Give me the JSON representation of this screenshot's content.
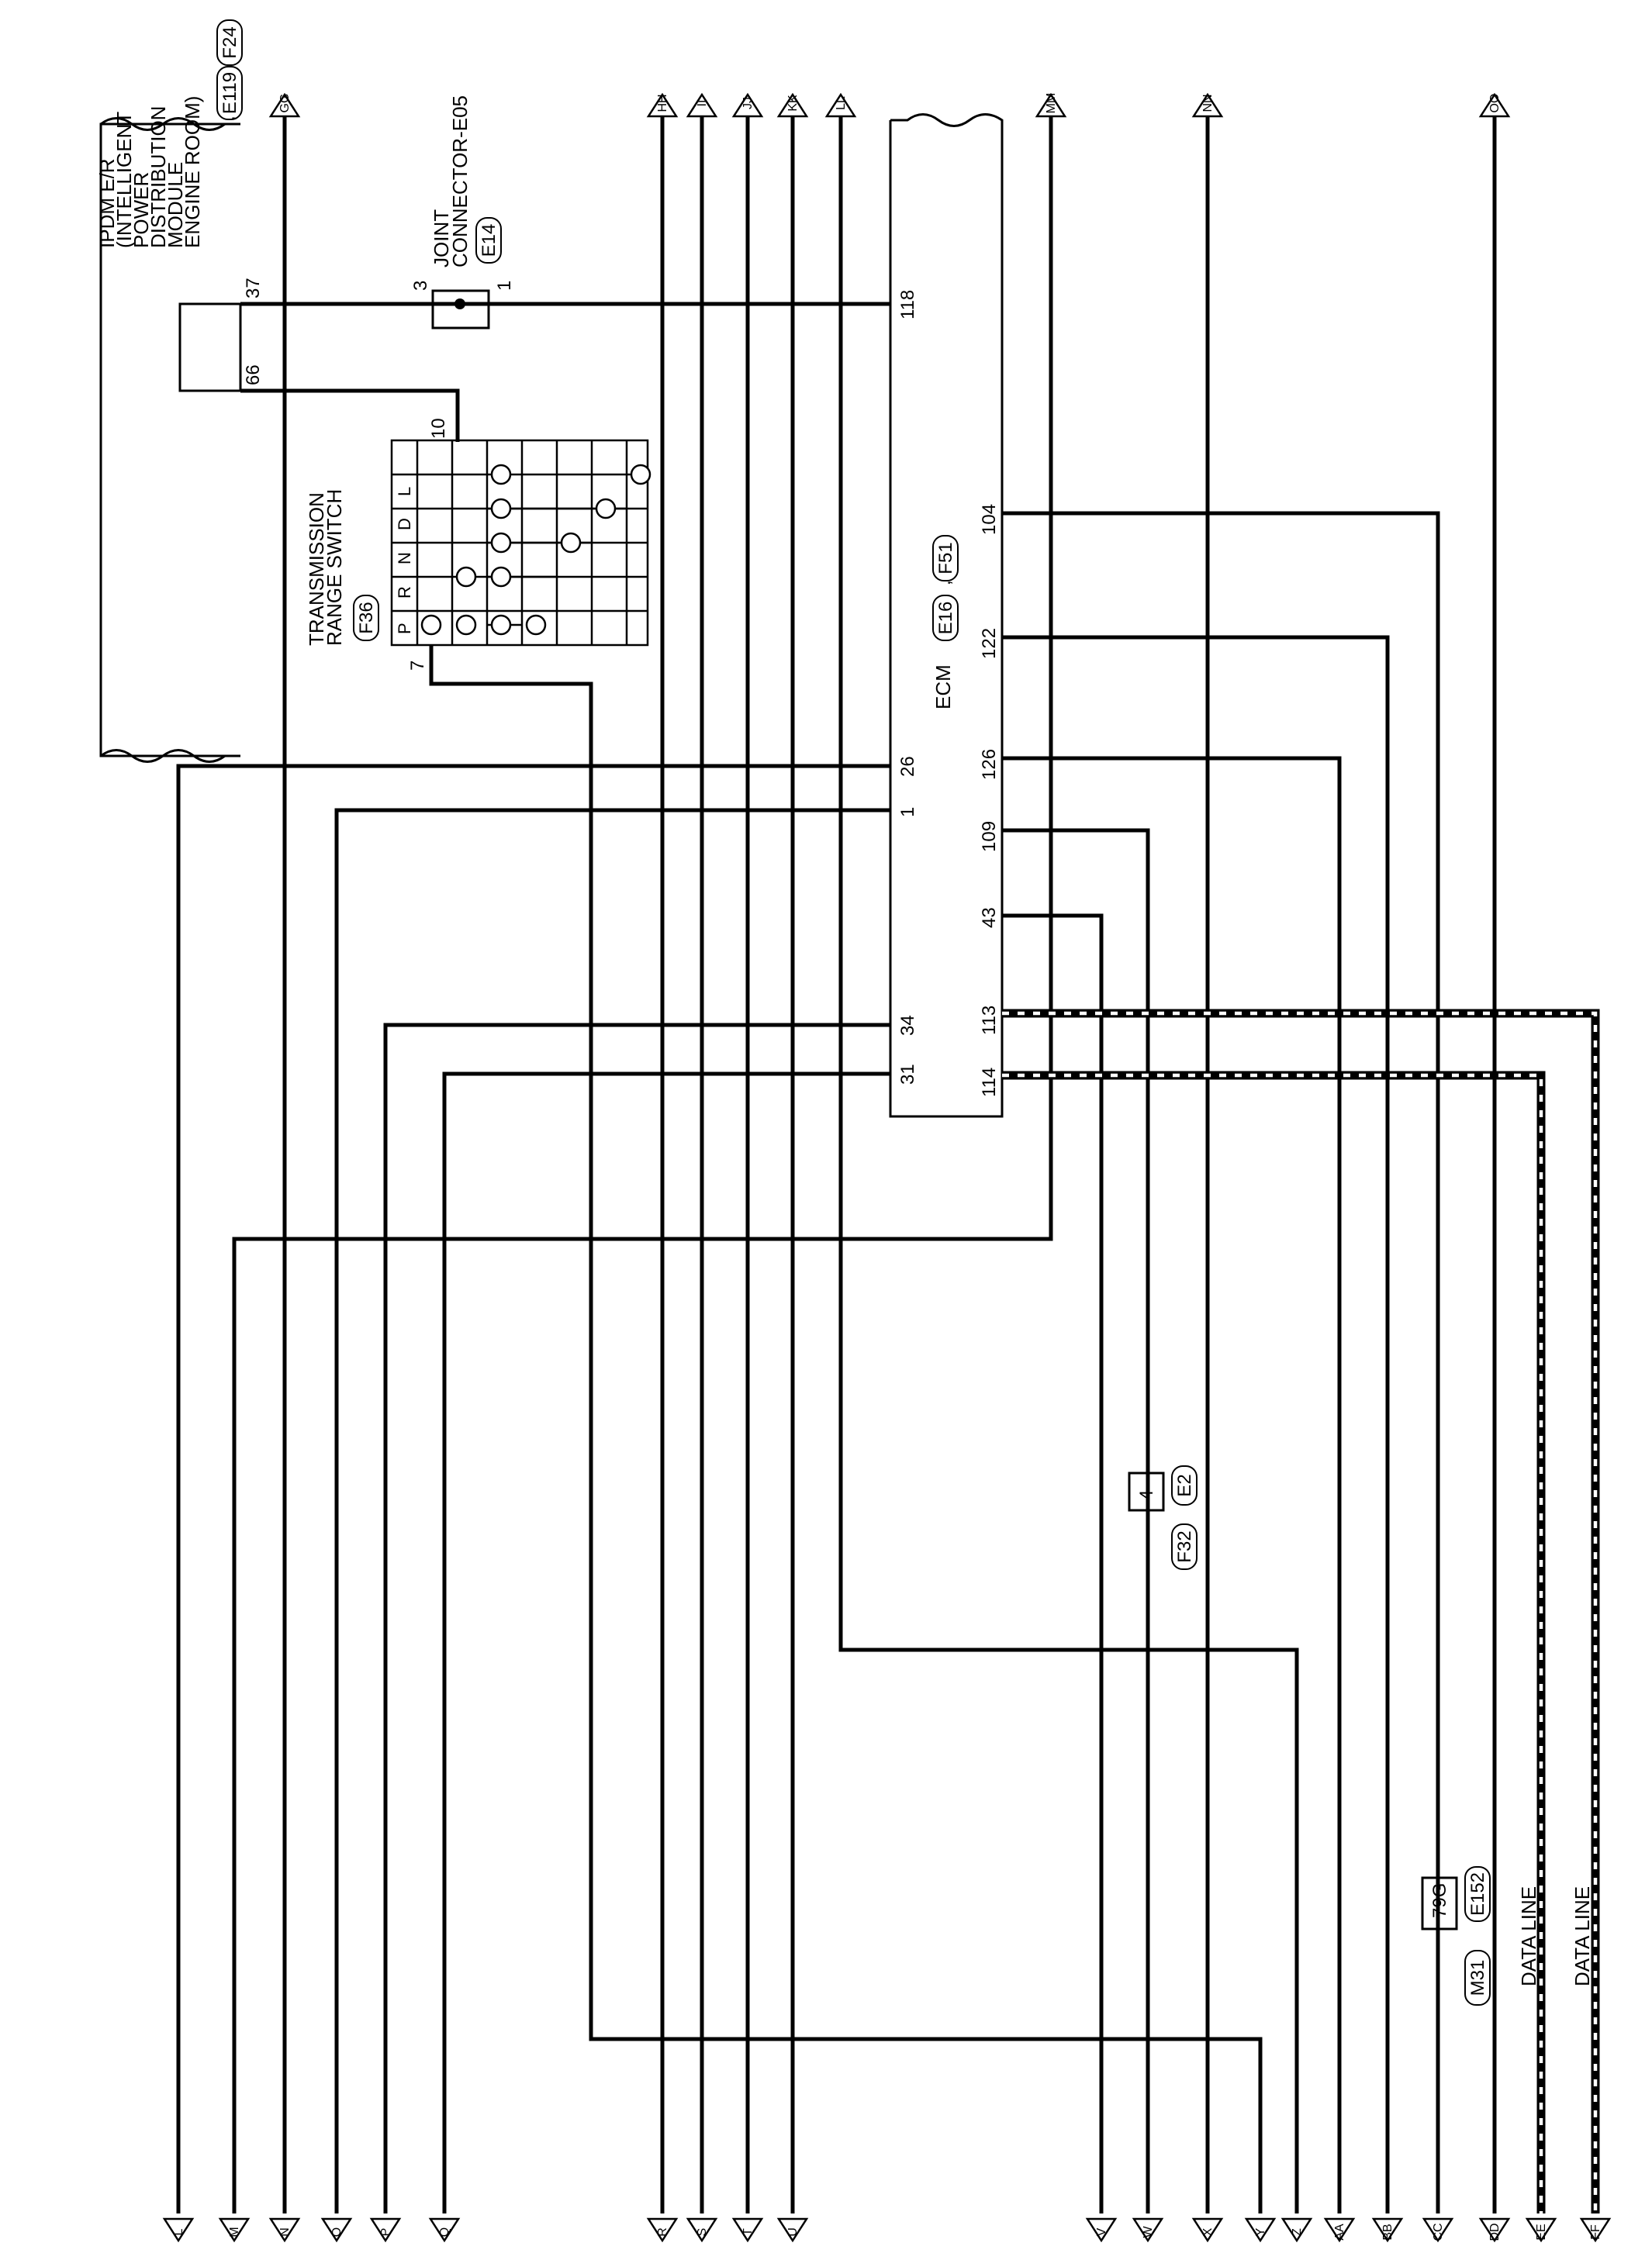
{
  "components": {
    "ipdm": {
      "label_lines": [
        "IPDM E/R",
        "(INTELLIGENT",
        "POWER",
        "DISTRIBUTION",
        "MODULE",
        "ENGINE ROOM)"
      ],
      "connectors": [
        "E119",
        "F24"
      ],
      "pins": [
        "37",
        "66"
      ]
    },
    "joint_connector": {
      "label_lines": [
        "JOINT",
        "CONNECTOR-E05"
      ],
      "connector": "E14",
      "pins": [
        "3",
        "1"
      ]
    },
    "transmission_range_switch": {
      "label_lines": [
        "TRANSMISSION",
        "RANGE SWITCH"
      ],
      "connector": "F36",
      "positions": [
        "P",
        "R",
        "N",
        "D",
        "L"
      ],
      "pins": [
        "7",
        "10"
      ]
    },
    "ecm": {
      "label": "ECM",
      "connectors": [
        "E16",
        "F51"
      ],
      "left_pins": [
        "118",
        "26",
        "1",
        "34",
        "31"
      ],
      "right_pins": [
        "104",
        "122",
        "126",
        "109",
        "43",
        "113",
        "114"
      ]
    },
    "ground_block_4": {
      "label": "4",
      "connectors": [
        "E2",
        "F32"
      ]
    },
    "ground_block_79g": {
      "label": "79G",
      "connectors": [
        "E152",
        "M31"
      ]
    },
    "separator": ","
  },
  "data_lines": [
    "DATA LINE",
    "DATA LINE"
  ],
  "top_terminals": [
    "GG",
    "HH",
    "II",
    "JJ",
    "KK",
    "LL",
    "MM",
    "NN",
    "OO"
  ],
  "bottom_terminals": [
    "L",
    "M",
    "N",
    "O",
    "P",
    "Q",
    "R",
    "S",
    "T",
    "U",
    "V",
    "W",
    "X",
    "Y",
    "Z",
    "AA",
    "BB",
    "CC",
    "DD",
    "EE",
    "FF"
  ]
}
